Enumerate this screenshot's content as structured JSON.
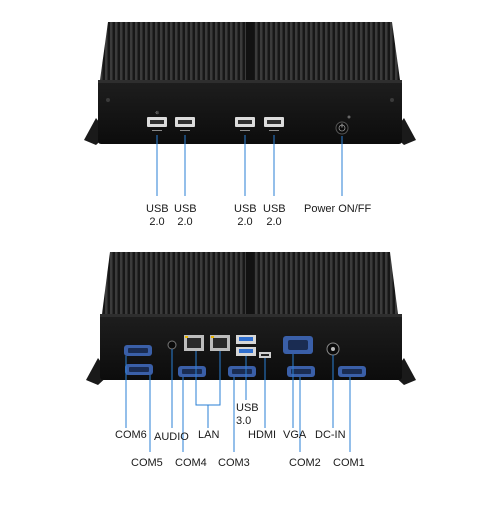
{
  "top_unit": {
    "labels": {
      "usb_a": [
        "USB",
        "2.0"
      ],
      "usb_b": [
        "USB",
        "2.0"
      ],
      "usb_c": [
        "USB",
        "2.0"
      ],
      "usb_d": [
        "USB",
        "2.0"
      ],
      "power": "Power ON/FF"
    }
  },
  "bottom_unit": {
    "labels": {
      "com6": "COM6",
      "com5": "COM5",
      "audio": "AUDIO",
      "lan": "LAN",
      "com4": "COM4",
      "com3": "COM3",
      "usb3": [
        "USB",
        "3.0"
      ],
      "hdmi": "HDMI",
      "vga": "VGA",
      "dc_in": "DC-IN",
      "com2": "COM2",
      "com1": "COM1"
    }
  },
  "colors": {
    "chassis": "#1c1c1c",
    "panel": "#121212",
    "fin": "#2b2b2b",
    "leader_line": "#2a7fd4",
    "serial_port": "#3a5fa8",
    "usb3_port": "#2f6fd0"
  }
}
